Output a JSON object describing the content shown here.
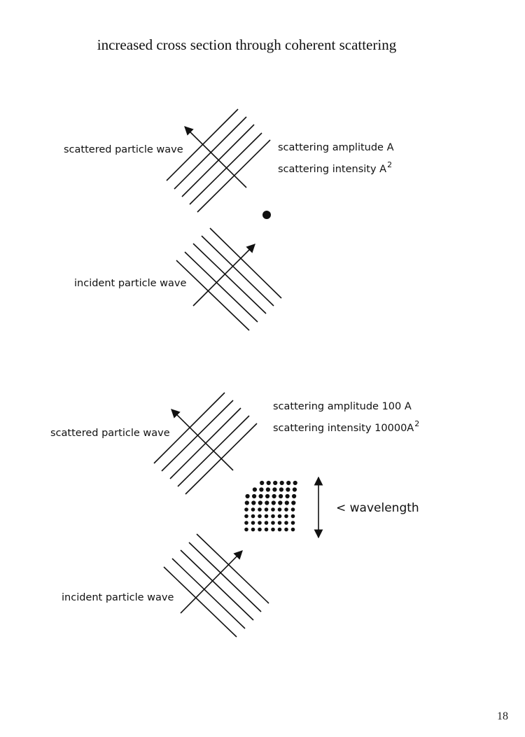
{
  "title": "increased cross section through coherent scattering",
  "panel_single": {
    "scattered_label": "scattered particle wave",
    "incident_label": "incident particle wave",
    "amplitude_label": "scattering amplitude A",
    "intensity_label": "scattering intensity A",
    "intensity_exponent": "2"
  },
  "panel_coherent": {
    "scattered_label": "scattered particle wave",
    "incident_label": "incident particle wave",
    "amplitude_label": "scattering amplitude 100 A",
    "intensity_label": "scattering intensity 10000A",
    "intensity_exponent": "2",
    "size_label": "< wavelength"
  },
  "page_number": "18"
}
